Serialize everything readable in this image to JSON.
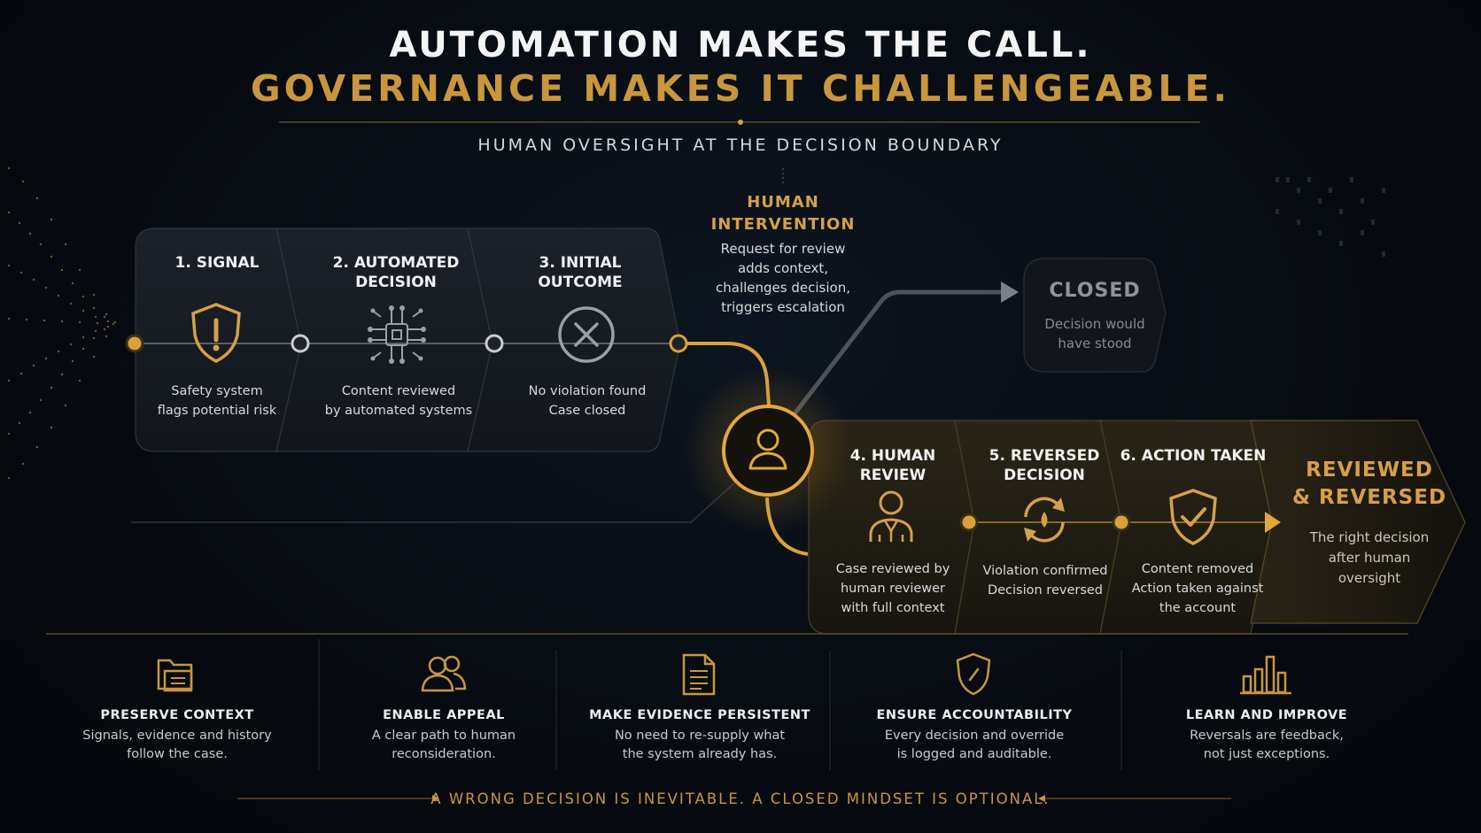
{
  "header": {
    "title_line1": "AUTOMATION MAKES THE CALL.",
    "title_line2": "GOVERNANCE MAKES IT CHALLENGEABLE.",
    "subtitle": "HUMAN OVERSIGHT AT THE DECISION BOUNDARY"
  },
  "steps_top": [
    {
      "title": "1. SIGNAL",
      "desc1": "Safety system",
      "desc2": "flags potential risk",
      "icon": "shield-warning-icon"
    },
    {
      "title1": "2. AUTOMATED",
      "title2": "DECISION",
      "desc1": "Content reviewed",
      "desc2": "by automated systems",
      "icon": "ai-chip-icon"
    },
    {
      "title": "3. INITIAL OUTCOME",
      "desc1": "No violation found",
      "desc2": "Case closed",
      "icon": "x-circle-icon"
    }
  ],
  "intervention": {
    "title1": "HUMAN",
    "title2": "INTERVENTION",
    "desc": [
      "Request for review",
      "adds context,",
      "challenges decision,",
      "triggers escalation"
    ],
    "icon": "person-icon"
  },
  "closed": {
    "title": "CLOSED",
    "desc1": "Decision would",
    "desc2": "have stood"
  },
  "steps_bottom": [
    {
      "title": "4. HUMAN REVIEW",
      "desc": [
        "Case reviewed by",
        "human reviewer",
        "with full context"
      ],
      "icon": "reviewer-icon"
    },
    {
      "title1": "5. REVERSED",
      "title2": "DECISION",
      "desc": [
        "Violation confirmed",
        "Decision reversed"
      ],
      "icon": "reverse-cycle-icon"
    },
    {
      "title": "6. ACTION TAKEN",
      "desc": [
        "Content removed",
        "Action taken against",
        "the account"
      ],
      "icon": "shield-check-icon"
    }
  ],
  "result": {
    "title1": "REVIEWED",
    "title2": "& REVERSED",
    "desc": [
      "The right decision",
      "after human",
      "oversight"
    ]
  },
  "features": [
    {
      "title": "PRESERVE CONTEXT",
      "desc1": "Signals, evidence and history",
      "desc2": "follow the case.",
      "icon": "folder-icon"
    },
    {
      "title": "ENABLE APPEAL",
      "desc1": "A clear path to human",
      "desc2": "reconsideration.",
      "icon": "people-icon"
    },
    {
      "title": "MAKE EVIDENCE PERSISTENT",
      "desc1": "No need to re-supply what",
      "desc2": "the system already has.",
      "icon": "document-icon"
    },
    {
      "title": "ENSURE ACCOUNTABILITY",
      "desc1": "Every decision and override",
      "desc2": "is logged and auditable.",
      "icon": "shield-icon"
    },
    {
      "title": "LEARN AND IMPROVE",
      "desc1": "Reversals are feedback,",
      "desc2": "not just exceptions.",
      "icon": "bar-chart-icon"
    }
  ],
  "footer": "A WRONG DECISION IS INEVITABLE.  A CLOSED MINDSET IS OPTIONAL.",
  "colors": {
    "gold": "#d4a04a",
    "background": "#070b11",
    "panel": "#161b22",
    "muted": "#8d939b"
  }
}
